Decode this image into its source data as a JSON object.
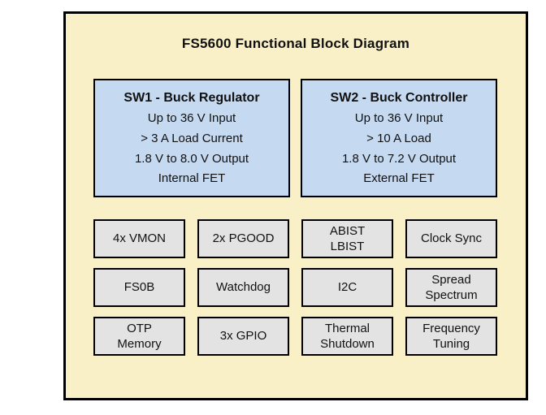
{
  "diagram": {
    "title": "FS5600 Functional Block Diagram",
    "colors": {
      "canvas_background": "#ffffff",
      "frame_fill": "#FAF0C8",
      "frame_border": "#000000",
      "sw_box_fill": "#C5D9F1",
      "feature_block_fill": "#E3E3E3",
      "text": "#111111"
    },
    "sw_boxes": [
      {
        "title": "SW1 - Buck Regulator",
        "lines": [
          "Up to 36 V Input",
          "> 3 A Load Current",
          "1.8 V to 8.0 V Output",
          "Internal FET"
        ]
      },
      {
        "title": "SW2 - Buck Controller",
        "lines": [
          "Up to 36 V Input",
          "> 10 A Load",
          "1.8 V to 7.2 V Output",
          "External FET"
        ]
      }
    ],
    "blocks": [
      {
        "label": "4x VMON"
      },
      {
        "label": "2x PGOOD"
      },
      {
        "label": "ABIST\nLBIST"
      },
      {
        "label": "Clock Sync"
      },
      {
        "label": "FS0B"
      },
      {
        "label": "Watchdog"
      },
      {
        "label": "I2C"
      },
      {
        "label": "Spread\nSpectrum"
      },
      {
        "label": "OTP\nMemory"
      },
      {
        "label": "3x GPIO"
      },
      {
        "label": "Thermal\nShutdown"
      },
      {
        "label": "Frequency\nTuning"
      }
    ]
  }
}
